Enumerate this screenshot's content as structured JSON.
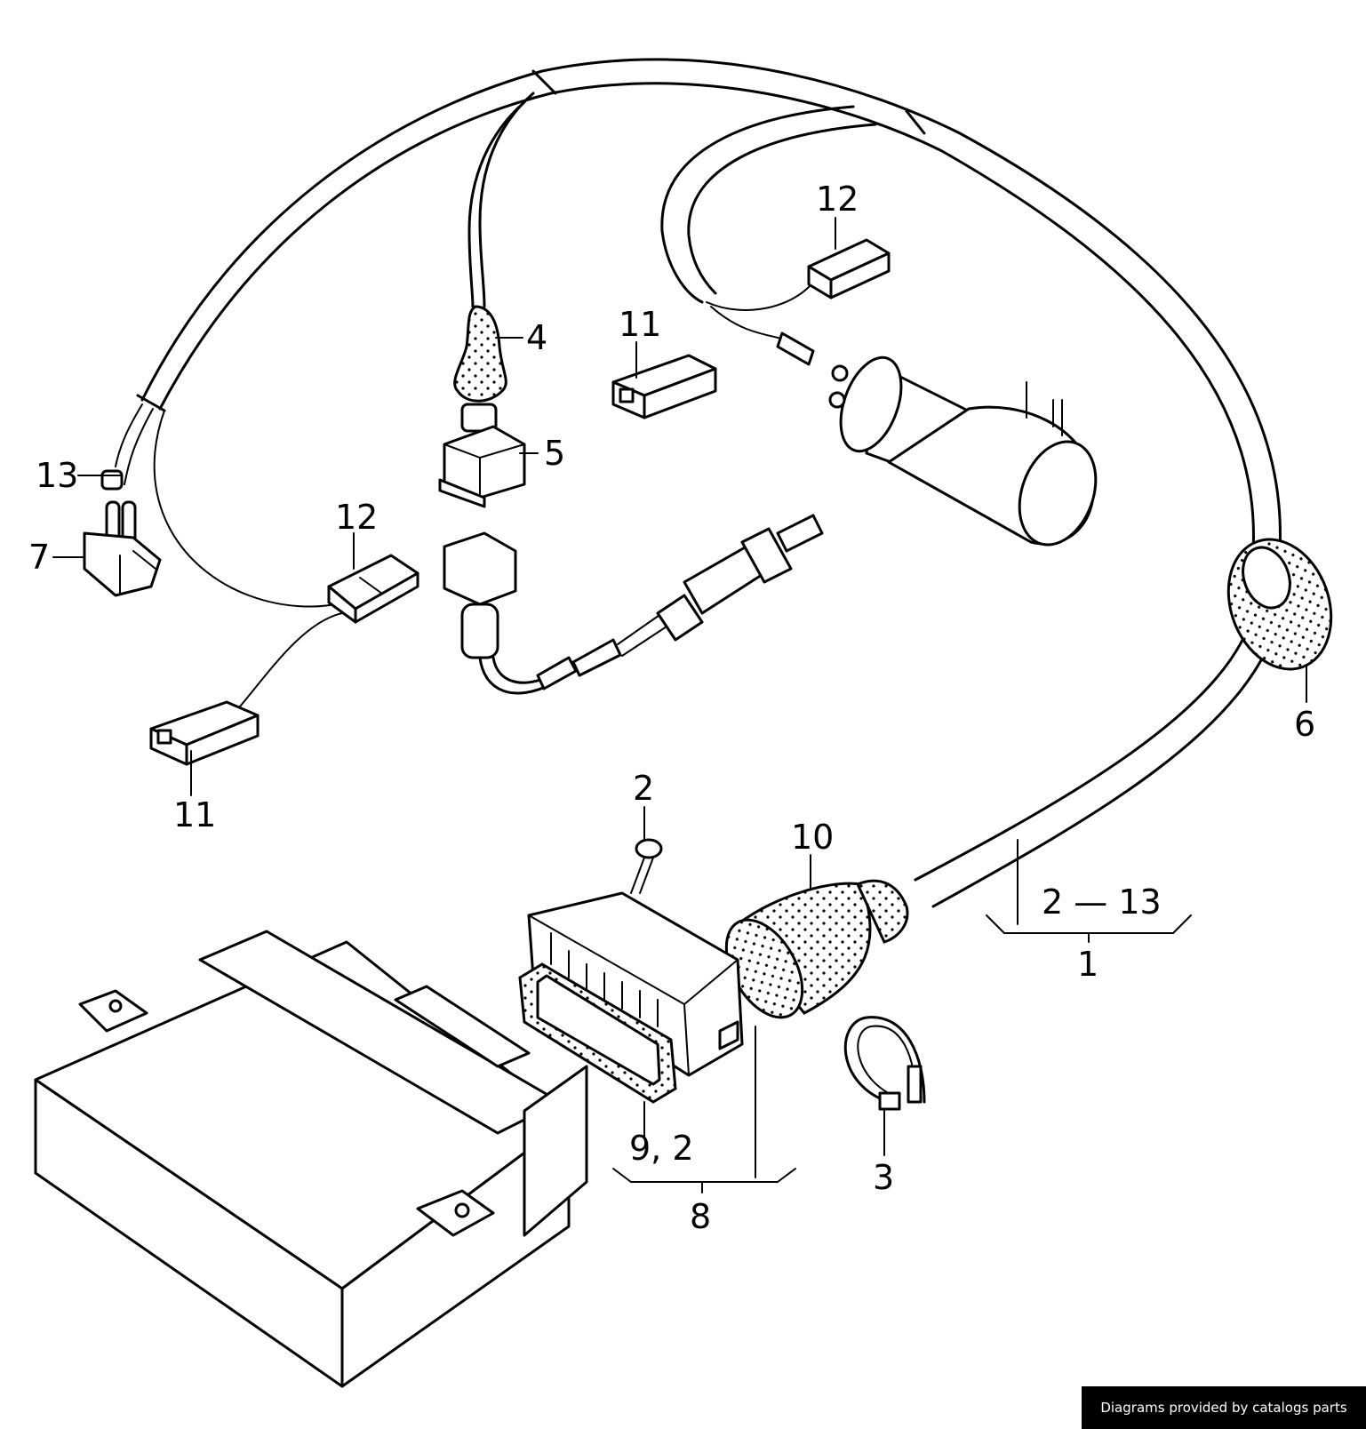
{
  "callouts": {
    "n1": "1",
    "n2a": "2",
    "n2_13": "2 — 13",
    "n3": "3",
    "n4": "4",
    "n5": "5",
    "n6": "6",
    "n7": "7",
    "n8": "8",
    "n9_2": "9,  2",
    "n10": "10",
    "n11a": "11",
    "n11b": "11",
    "n12a": "12",
    "n12b": "12",
    "n13": "13"
  },
  "credit": "Diagrams provided by catalogs parts"
}
